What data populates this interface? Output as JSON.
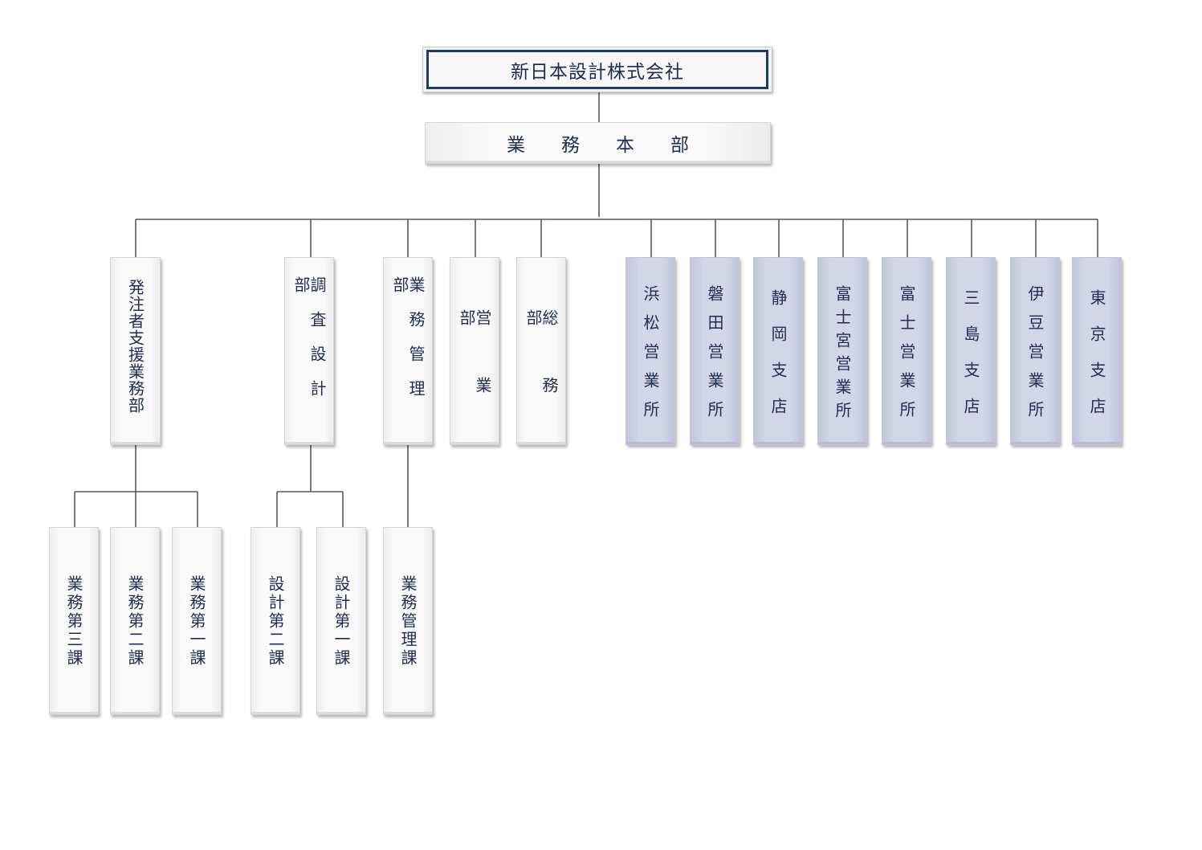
{
  "company": "新日本設計株式会社",
  "headquarters": "業務本部",
  "departments": {
    "hacchusha": "発注者支援業務部",
    "chosa": "調査設計部",
    "gyomu_kanri": "業務管理部",
    "eigyo": "営業部",
    "somu": "総務部"
  },
  "branches": {
    "hamamatsu": "浜松営業所",
    "iwata": "磐田営業所",
    "shizuoka": "静岡支店",
    "fujinomiya": "富士宮営業所",
    "fuji": "富士営業所",
    "mishima": "三島支店",
    "izu": "伊豆営業所",
    "tokyo": "東京支店"
  },
  "sections": {
    "gyomu3": "業務第三課",
    "gyomu2": "業務第二課",
    "gyomu1": "業務第一課",
    "sekkei2": "設計第二課",
    "sekkei1": "設計第一課",
    "gyomu_kanri_ka": "業務管理課"
  },
  "colors": {
    "text": "#1f2d52",
    "branch_fill": "#d3d5e8",
    "line": "#555a60"
  }
}
